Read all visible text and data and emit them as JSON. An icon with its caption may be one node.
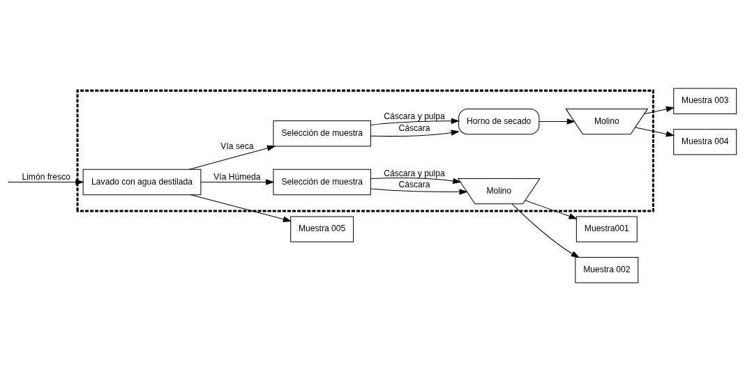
{
  "diagram": {
    "nodes": [
      {
        "text": [],
        "shape": "box"
      },
      {
        "text": [
          "Lavado con agua destilada"
        ],
        "in": 0
      },
      {
        "text": [
          "Selección de muestra"
        ],
        "in": 0
      },
      {
        "text": [
          "Molino"
        ],
        "in": 0
      },
      {
        "text": [
          "Selección de muestra"
        ],
        "in": 0
      },
      {
        "text": [
          "Horno de secado"
        ],
        "in": 0
      },
      {
        "text": [
          "Molino"
        ],
        "in": 0
      },
      {
        "text": [
          "Muestra001"
        ]
      },
      {
        "text": [
          "Muestra 002"
        ]
      },
      {
        "text": [
          "Muestra 005"
        ]
      },
      {
        "text": [
          "Muestra 003"
        ]
      },
      {
        "text": [
          "Muestra 004"
        ]
      }
    ],
    "edges": [
      {
        "from": null,
        "to": 1,
        "arrow": "to",
        "label": "Limón fresco"
      },
      {
        "from": 1,
        "to": 2,
        "arrow": "to",
        "label": "Vía Húmeda"
      },
      {
        "from": 2,
        "to": 3,
        "arrow": "to",
        "label": "Cáscara"
      },
      {
        "from": 2,
        "to": 3,
        "arrow": "to",
        "label": "Cáscara y pulpa"
      },
      {
        "from": 3,
        "to": 7,
        "arrow": "to"
      },
      {
        "from": 3,
        "to": 8,
        "arrow": "to"
      },
      {
        "from": 1,
        "to": 9,
        "arrow": "to"
      },
      {
        "from": 1,
        "to": 4,
        "arrow": "to",
        "label": "Vía seca"
      },
      {
        "from": 4,
        "to": 5,
        "arrow": "to",
        "label": "Cáscara"
      },
      {
        "from": 4,
        "to": 5,
        "arrow": "to",
        "label": "Cáscara y pulpa"
      },
      {
        "from": 5,
        "to": 6,
        "arrow": "to"
      },
      {
        "from": 6,
        "to": 10,
        "arrow": "to"
      },
      {
        "from": 6,
        "to": 11,
        "arrow": "to"
      }
    ]
  }
}
